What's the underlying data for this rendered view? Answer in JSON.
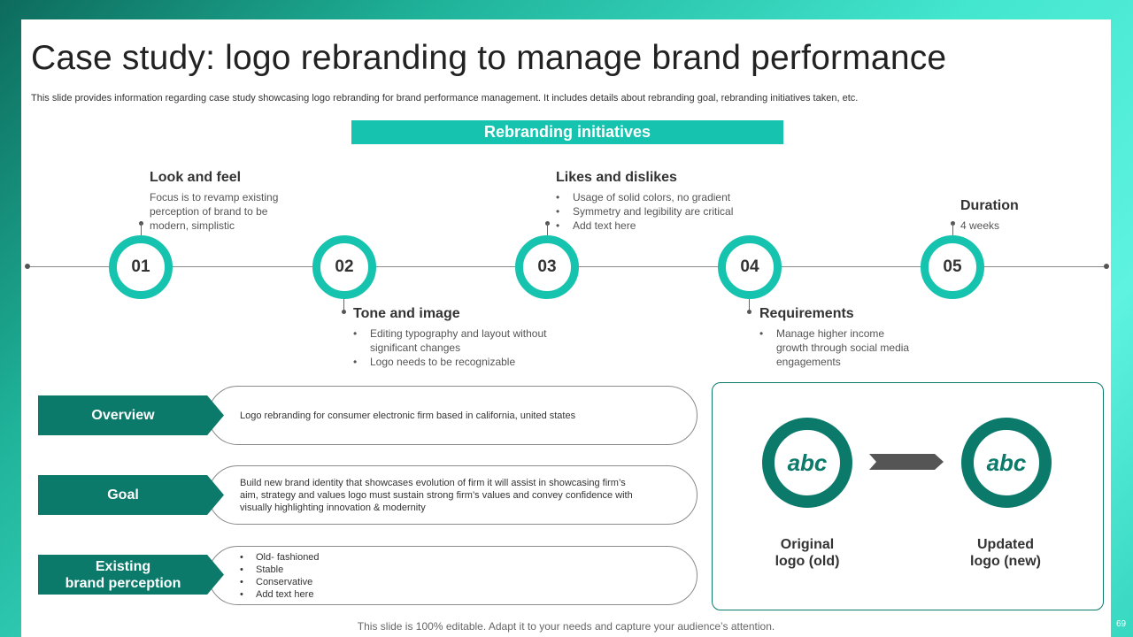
{
  "title": "Case study: logo rebranding to manage brand performance",
  "subtitle": "This slide provides information regarding case study showcasing logo rebranding for brand performance management. It includes details about rebranding goal, rebranding initiatives taken, etc.",
  "banner": "Rebranding initiatives",
  "steps": [
    {
      "number": "01",
      "title": "Look and feel",
      "text": "Focus is to revamp existing perception of brand to be modern, simplistic"
    },
    {
      "number": "02",
      "title": "Tone and image",
      "bullets": [
        "Editing typography and layout without significant changes",
        "Logo needs to be recognizable"
      ]
    },
    {
      "number": "03",
      "title": "Likes and dislikes",
      "bullets": [
        "Usage of solid colors, no gradient",
        "Symmetry and legibility are critical",
        "Add text here"
      ]
    },
    {
      "number": "04",
      "title": "Requirements",
      "bullets": [
        "Manage higher income growth through social media engagements"
      ]
    },
    {
      "number": "05",
      "title": "Duration",
      "text": "4 weeks"
    }
  ],
  "sections": {
    "overview": {
      "label": "Overview",
      "text": "Logo rebranding for consumer electronic firm based in california, united states"
    },
    "goal": {
      "label": "Goal",
      "text": "Build new brand identity that showcases evolution of firm it will assist in showcasing firm’s aim, strategy and values logo must sustain strong firm’s values and convey  confidence with visually highlighting innovation & modernity"
    },
    "perception": {
      "label_line1": "Existing",
      "label_line2": "brand perception",
      "bullets": [
        "Old- fashioned",
        "Stable",
        "Conservative",
        "Add text here"
      ]
    }
  },
  "logos": {
    "old": {
      "text": "abc",
      "caption_line1": "Original",
      "caption_line2": "logo (old)"
    },
    "new": {
      "text": "abc",
      "caption_line1": "Updated",
      "caption_line2": "logo (new)"
    }
  },
  "footer": "This slide is 100% editable. Adapt it to your needs and capture your audience’s attention.",
  "page_number": "69",
  "colors": {
    "accent": "#16c3ae",
    "dark_teal": "#0b7a6b",
    "arrow": "#555555"
  }
}
